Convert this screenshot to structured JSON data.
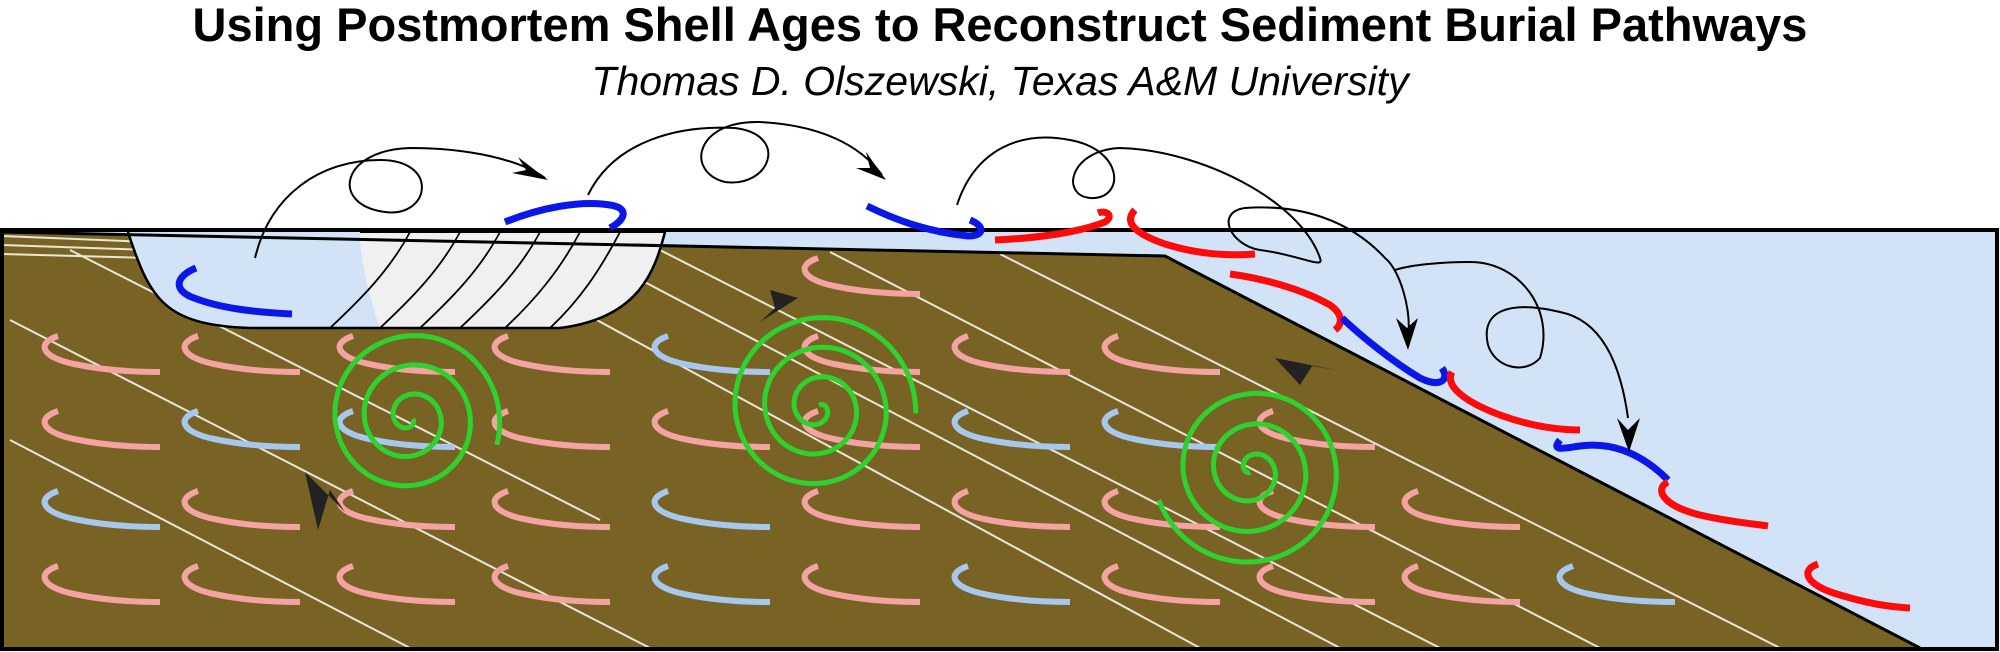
{
  "title": "Using Postmortem Shell Ages to Reconstruct Sediment Burial Pathways",
  "author": "Thomas D. Olszewski, Texas A&M University",
  "colors": {
    "water": "#d2e3f8",
    "sediment": "#786325",
    "young_shell": "#0a17e8",
    "old_shell": "#ff0a0a",
    "buried_shell_light": "#f4a3a3",
    "buried_shell_blue": "#a8c7ec",
    "bioturbation": "#2ed12e",
    "burrow_fill": "#f0f0f0",
    "laminae": "#e8e8d8",
    "transport_path": "#000000"
  },
  "icons": {
    "transport_arrow": "arrowhead",
    "mixing_path": "spiral"
  }
}
